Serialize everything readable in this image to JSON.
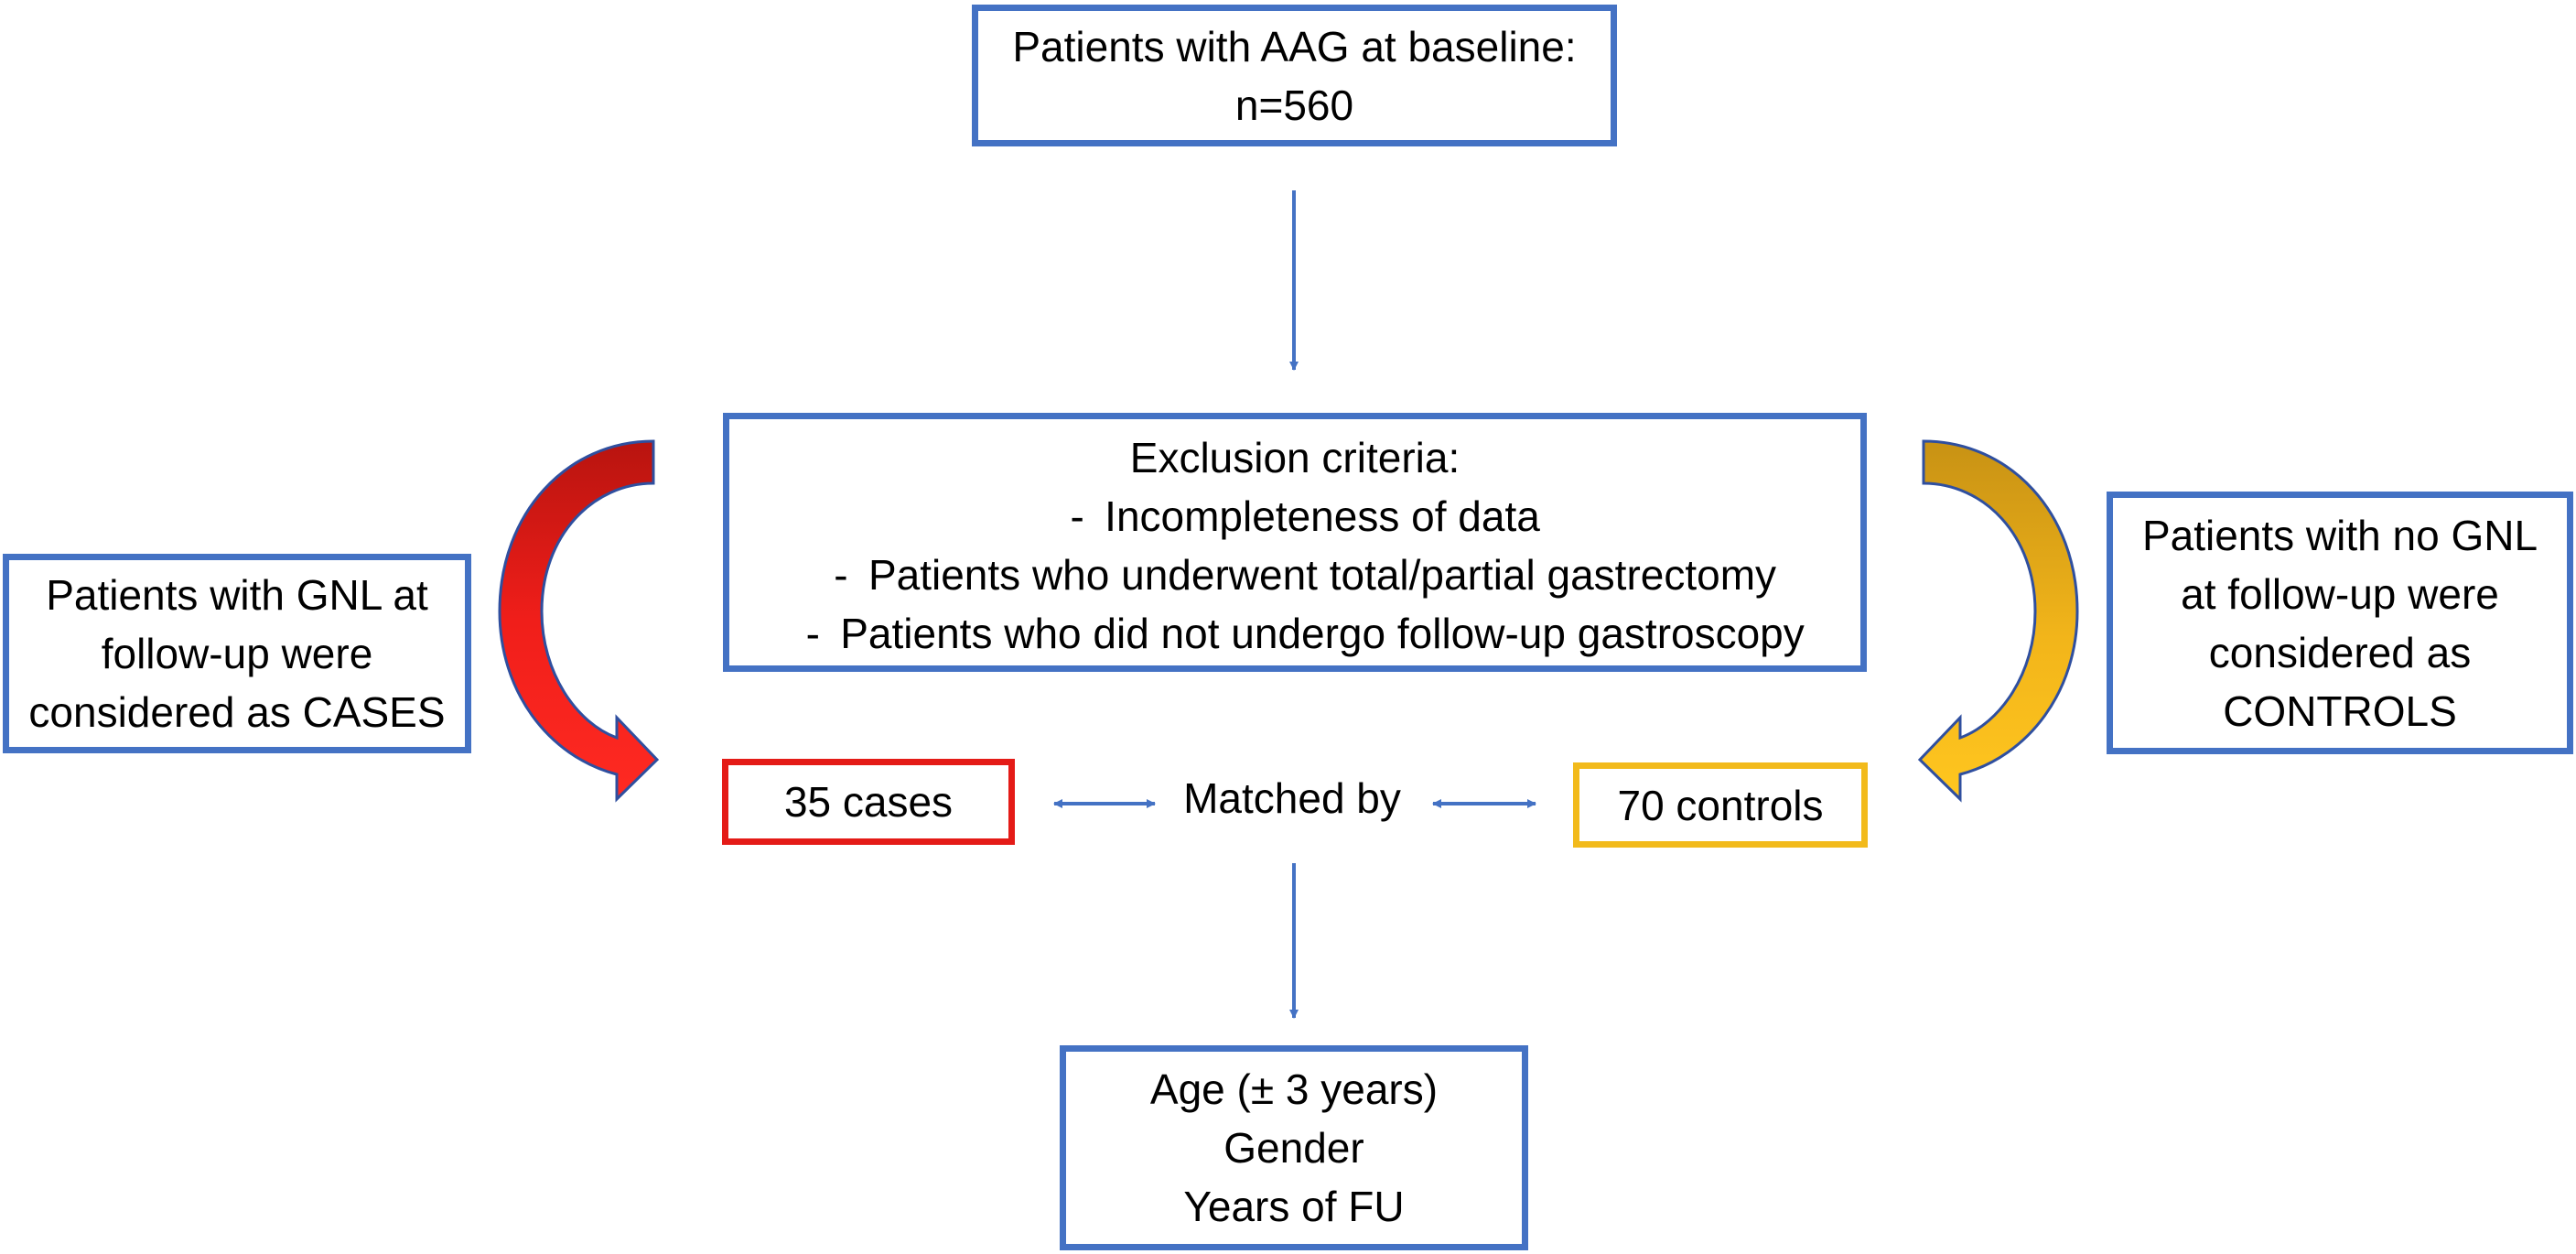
{
  "baseline": {
    "line1": "Patients with AAG at baseline:",
    "line2": "n=560"
  },
  "exclusion": {
    "title": "Exclusion criteria:",
    "bullet": "-",
    "items": [
      "Incompleteness of data",
      "Patients who underwent total/partial gastrectomy",
      "Patients who did not undergo follow-up gastroscopy"
    ]
  },
  "cases_definition": {
    "lines": [
      "Patients with GNL at",
      "follow-up were",
      "considered as CASES"
    ]
  },
  "controls_definition": {
    "lines": [
      "Patients with no GNL",
      "at follow-up were",
      "considered as",
      "CONTROLS"
    ]
  },
  "cases": {
    "label": "35 cases"
  },
  "matched_by": {
    "label": "Matched by"
  },
  "controls": {
    "label": "70 controls"
  },
  "matching_criteria": {
    "lines": [
      "Age (± 3 years)",
      "Gender",
      "Years of FU"
    ]
  },
  "colors": {
    "box_border": "#4472C4",
    "cases_border": "#E41B17",
    "controls_border": "#F2BA1B",
    "cases_arrow": "#E8201A",
    "controls_arrow": "#E3A91E",
    "connector": "#4472C4"
  }
}
